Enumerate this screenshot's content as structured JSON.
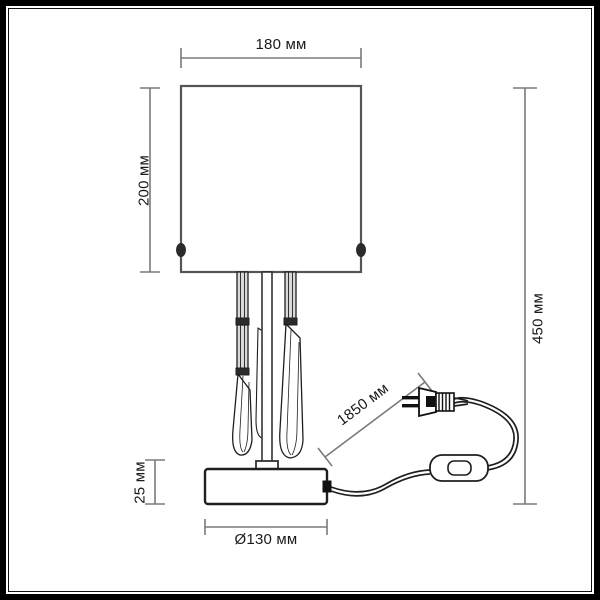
{
  "figure": {
    "title": "Table lamp technical dimension drawing",
    "units": "мм",
    "border_color": "#000000",
    "line_color": "#333333",
    "dimension_line_color": "#7a7a7a",
    "text_color": "#1a1a1a",
    "background_color": "#ffffff"
  },
  "dimensions": {
    "shade_width": "180 мм",
    "shade_height": "200 мм",
    "total_height": "450 мм",
    "base_height": "25 мм",
    "base_diameter": "Ø130 мм",
    "cord_length": "1850 мм"
  },
  "parts": {
    "shade": "lamp-shade",
    "crystals": "hanging-crystal-pendants",
    "stem": "lamp-stem",
    "base": "lamp-base",
    "cord": "power-cord",
    "switch": "inline-rocker-switch",
    "plug": "two-pin-power-plug"
  },
  "chart_data": {
    "type": "table",
    "title": "Table lamp dimensions",
    "categories": [
      "Shade width",
      "Shade height",
      "Total height",
      "Base height",
      "Base diameter",
      "Cord length"
    ],
    "values": [
      180,
      200,
      450,
      25,
      130,
      1850
    ],
    "unit": "мм",
    "labels": [
      "180 мм",
      "200 мм",
      "450 мм",
      "25 мм",
      "Ø130 мм",
      "1850 мм"
    ]
  }
}
